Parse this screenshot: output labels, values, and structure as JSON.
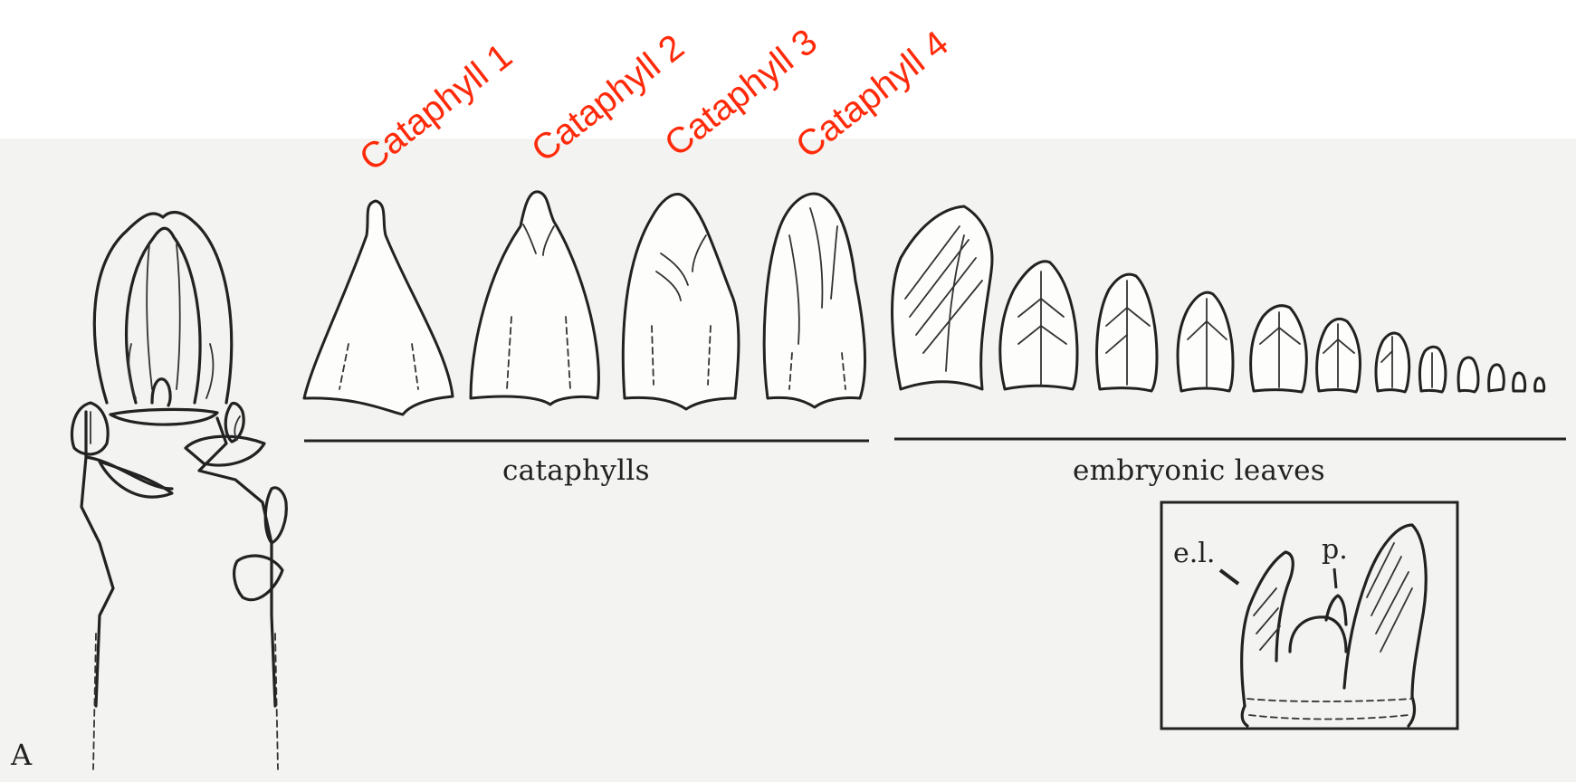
{
  "annotations": [
    {
      "text": "Cataphyll 1",
      "color": "#ff2a0a"
    },
    {
      "text": "Cataphyll 2",
      "color": "#ff2a0a"
    },
    {
      "text": "Cataphyll 3",
      "color": "#ff2a0a"
    },
    {
      "text": "Cataphyll 4",
      "color": "#ff2a0a"
    }
  ],
  "groups": {
    "cataphylls": "cataphylls",
    "embryonic_leaves": "embryonic leaves"
  },
  "inset": {
    "left_label": "e.l.",
    "right_label": "p."
  },
  "panel_letter": "A"
}
